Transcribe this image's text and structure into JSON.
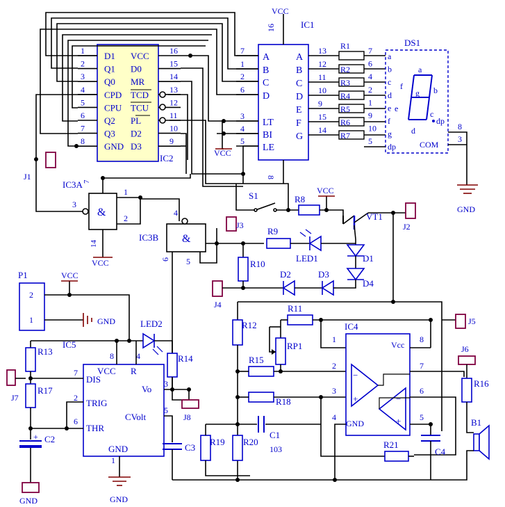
{
  "colors": {
    "wire": "#000000",
    "label": "#0000cc",
    "ic_fill": "#ffffc8",
    "jumper": "#800040",
    "ground": "#800000"
  },
  "ic2": {
    "ref": "IC2",
    "left_pins": [
      "D1",
      "Q1",
      "Q0",
      "CPD",
      "CPU",
      "Q2",
      "Q3",
      "GND"
    ],
    "left_nums": [
      "1",
      "2",
      "3",
      "4",
      "5",
      "6",
      "7",
      "8"
    ],
    "right_pins": [
      "VCC",
      "D0",
      "MR",
      "TCD",
      "TCU",
      "PL",
      "D2",
      "D3"
    ],
    "right_nums": [
      "16",
      "15",
      "14",
      "13",
      "12",
      "11",
      "10",
      "9"
    ]
  },
  "ic1": {
    "ref": "IC1",
    "vcc_pin": "16",
    "gnd_pin": "8",
    "left_pins": [
      "A",
      "B",
      "C",
      "D",
      "LT",
      "BI",
      "LE"
    ],
    "left_nums": [
      "7",
      "1",
      "2",
      "6",
      "3",
      "4",
      "5"
    ],
    "right_pins": [
      "A",
      "B",
      "C",
      "D",
      "E",
      "F",
      "G"
    ],
    "right_nums": [
      "13",
      "12",
      "11",
      "10",
      "9",
      "15",
      "14"
    ]
  },
  "resistors": [
    "R1",
    "R2",
    "R3",
    "R4",
    "R5",
    "R6",
    "R7"
  ],
  "ds1": {
    "ref": "DS1",
    "pin_nums": [
      "7",
      "6",
      "4",
      "2",
      "1",
      "9",
      "10",
      "5"
    ],
    "pin_labels": [
      "a",
      "b",
      "c",
      "d",
      "e",
      "f",
      "g",
      "dp"
    ],
    "com": "COM",
    "com_nums": [
      "8",
      "3"
    ],
    "seg_labels": [
      "a",
      "b",
      "c",
      "d",
      "e",
      "f",
      "g",
      "dp"
    ]
  },
  "ic3a": {
    "ref": "IC3A",
    "symbol": "&",
    "pins": [
      "7",
      "1",
      "2",
      "3",
      "14"
    ]
  },
  "ic3b": {
    "ref": "IC3B",
    "symbol": "&",
    "pins": [
      "4",
      "5",
      "6"
    ]
  },
  "ic5": {
    "ref": "IC5",
    "pins": [
      "VCC",
      "R",
      "DIS",
      "TRIG",
      "THR",
      "Vo",
      "CVolt",
      "GND"
    ],
    "nums": [
      "8",
      "4",
      "7",
      "2",
      "6",
      "3",
      "5",
      "1"
    ]
  },
  "ic4": {
    "ref": "IC4",
    "vcc": "Vcc",
    "gnd": "GND",
    "nums": [
      "1",
      "2",
      "3",
      "4",
      "5",
      "6",
      "7",
      "8"
    ]
  },
  "labels": {
    "vcc": "VCC",
    "gnd": "GND",
    "s1": "S1",
    "r8": "R8",
    "r9": "R9",
    "r10": "R10",
    "vt1": "VT1",
    "led1": "LED1",
    "led2": "LED2",
    "d1": "D1",
    "d2": "D2",
    "d3": "D3",
    "d4": "D4",
    "r11": "R11",
    "r12": "R12",
    "rp1": "RP1",
    "r13": "R13",
    "r14": "R14",
    "r15": "R15",
    "r16": "R16",
    "r17": "R17",
    "r18": "R18",
    "r19": "R19",
    "r20": "R20",
    "r21": "R21",
    "c1": "C1",
    "c1_val": "103",
    "c2": "C2",
    "c3": "C3",
    "c4": "C4",
    "b1": "B1",
    "p1": "P1",
    "p1_pins": [
      "2",
      "1"
    ]
  },
  "jumpers": [
    "J1",
    "J2",
    "J3",
    "J4",
    "J5",
    "J6",
    "J7",
    "J8"
  ]
}
